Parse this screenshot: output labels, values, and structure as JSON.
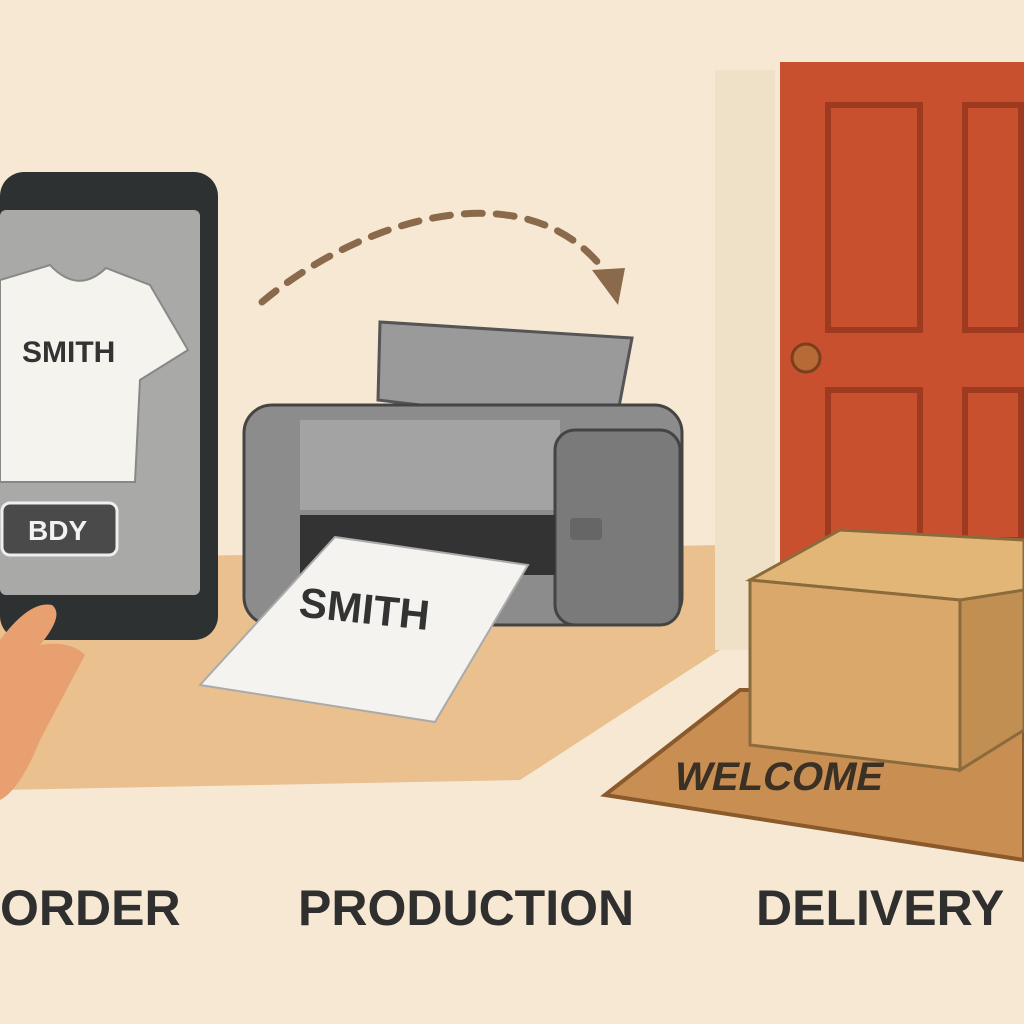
{
  "order": {
    "label": "ORDER",
    "shirt_text": "SMITH",
    "button_label": "BDY"
  },
  "production": {
    "label": "PRODUCTION",
    "paper_text": "SMITH"
  },
  "delivery": {
    "label": "DELIVERY",
    "mat_text": "WELCOME"
  },
  "colors": {
    "background": "#f6e8d2",
    "door": "#c9502e",
    "box": "#d9a86a",
    "floor": "#e3b27a",
    "printer": "#8c8c8c",
    "tablet": "#2e3132"
  }
}
